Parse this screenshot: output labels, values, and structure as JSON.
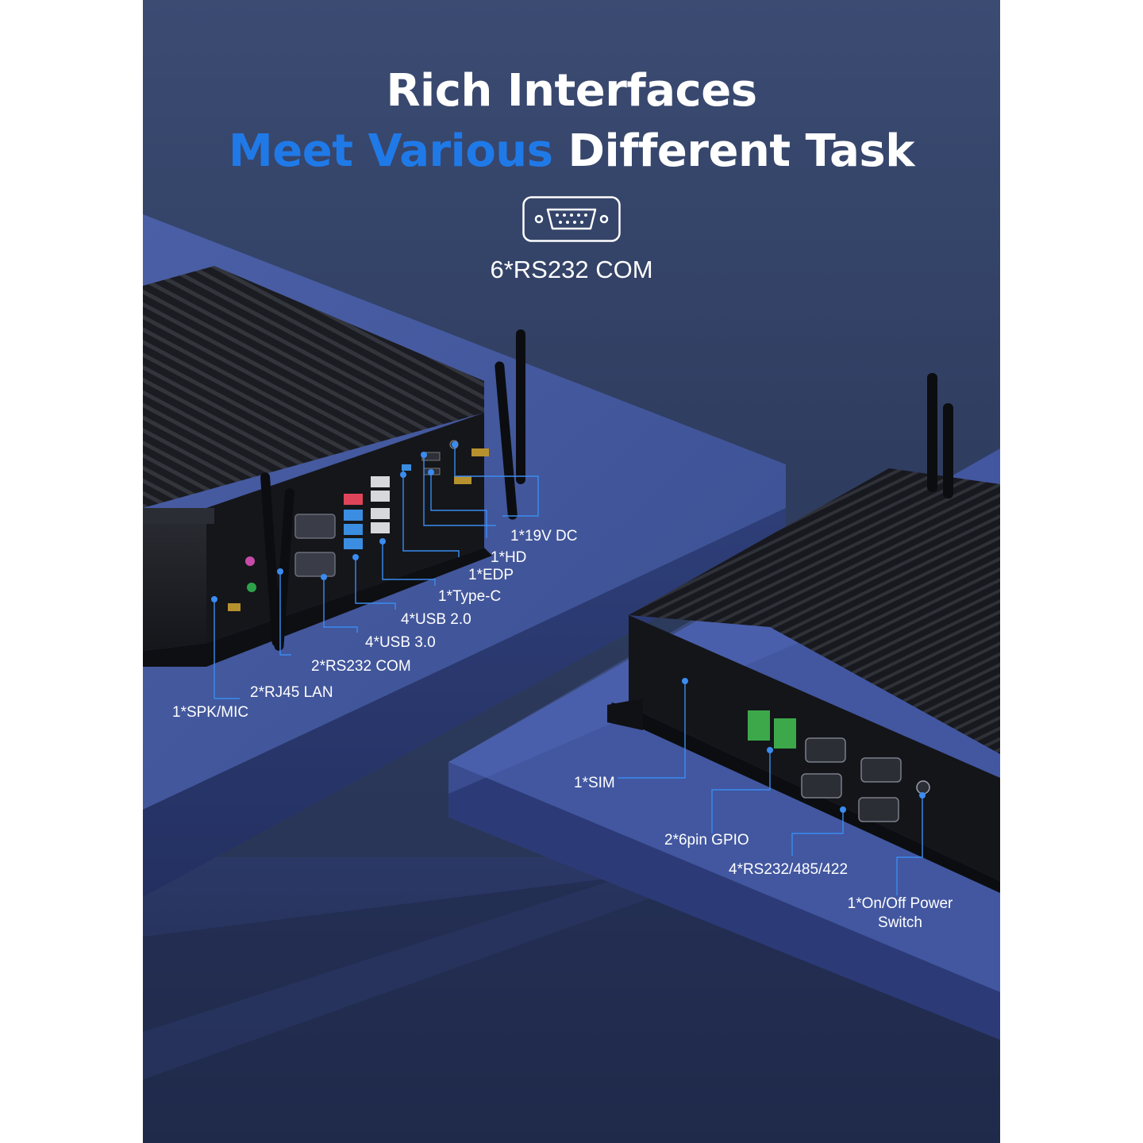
{
  "colors": {
    "accent": "#1f7ae8",
    "leader": "#3a8cf0",
    "background": "#34446b",
    "device": "#1c1d22"
  },
  "headline": {
    "line1": "Rich Interfaces",
    "line2_accent": "Meet Various",
    "line2_rest": "Different Task"
  },
  "feature": {
    "icon": "db9-serial-port-icon",
    "caption": "6*RS232 COM"
  },
  "front_device": {
    "callouts": [
      "1*19V DC",
      "1*HD",
      "1*EDP",
      "1*Type-C",
      "4*USB 2.0",
      "4*USB 3.0",
      "2*RS232 COM",
      "2*RJ45 LAN",
      "1*SPK/MIC"
    ]
  },
  "rear_device": {
    "callouts": [
      "1*SIM",
      "2*6pin GPIO",
      "4*RS232/485/422",
      "1*On/Off Power",
      "Switch"
    ]
  }
}
